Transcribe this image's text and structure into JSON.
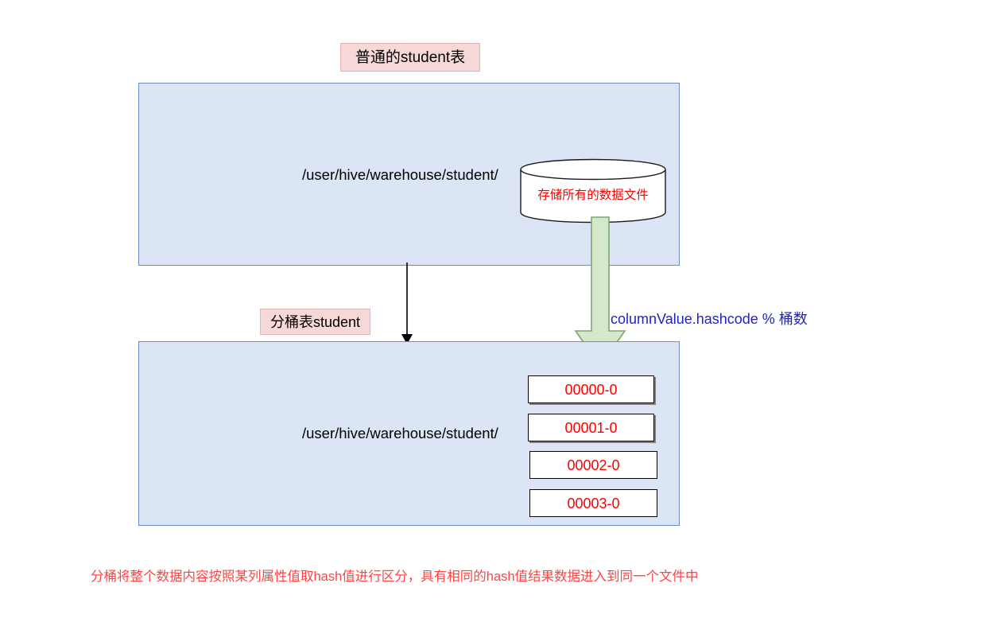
{
  "diagram": {
    "plain_table": {
      "chip_label": "普通的student表",
      "path": "/user/hive/warehouse/student/",
      "storage_note": "存储所有的数据文件",
      "storage_icon": "database-cylinder-icon"
    },
    "bucketed_table": {
      "chip_label": "分桶表student",
      "path": "/user/hive/warehouse/student/",
      "bucket_files": [
        "00000-0",
        "00001-0",
        "00002-0",
        "00003-0"
      ]
    },
    "formula": "columnValue.hashcode % 桶数",
    "caption": "分桶将整个数据内容按照某列属性值取hash值进行区分，具有相同的hash值结果数据进入到同一个文件中",
    "arrows": {
      "green_arrow_name": "hash-distribution-arrow",
      "black_arrow_name": "transform-arrow"
    },
    "colors": {
      "panel_fill": "#dbe5f6",
      "panel_border": "#6c8ebf",
      "chip_fill": "#f6d8d8",
      "chip_border": "#e3b4b4",
      "red_text": "#ff0000",
      "blue_text": "#2222cc",
      "caption_red": "#ff4444",
      "green_arrow_fill": "#d6e8cc",
      "green_arrow_border": "#7ea66e"
    }
  }
}
